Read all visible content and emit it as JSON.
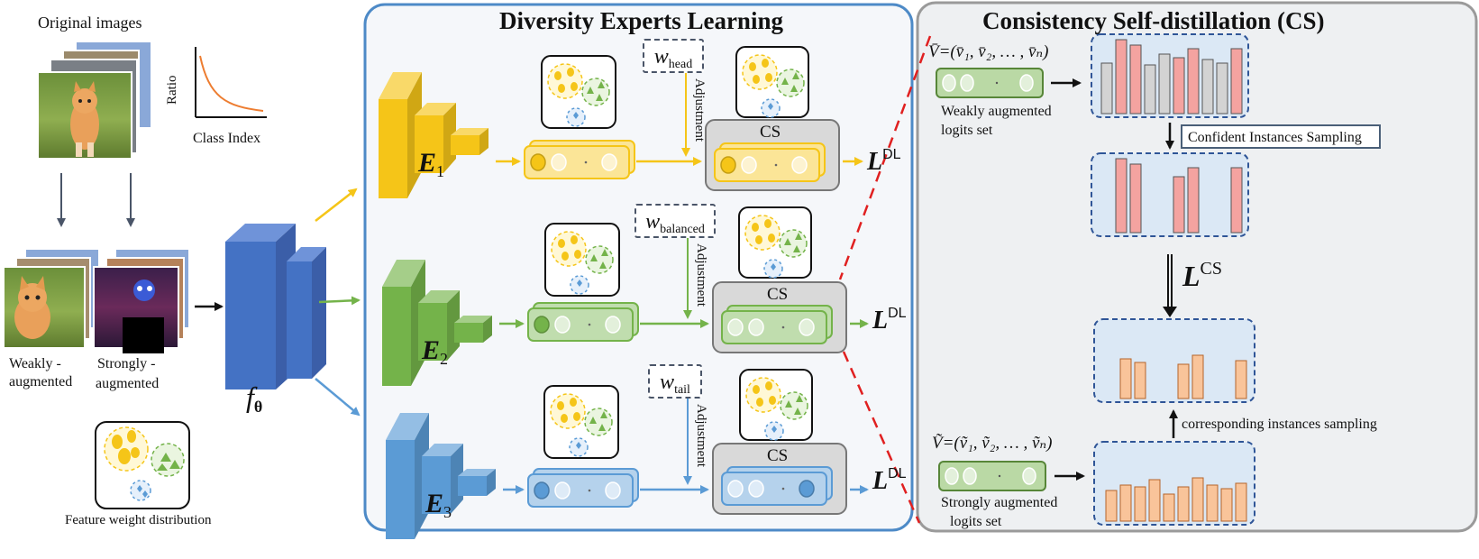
{
  "left_panel": {
    "original_images_label": "Original images",
    "ratio_label": "Ratio",
    "class_index_label": "Class Index",
    "weakly_label_line1": "Weakly -",
    "weakly_label_line2": "augmented",
    "strongly_label_line1": "Strongly -",
    "strongly_label_line2": "augmented",
    "backbone_symbol": "f",
    "backbone_subscript": "θ",
    "feature_weight_label": "Feature weight distribution"
  },
  "center_panel": {
    "title": "Diversity Experts Learning",
    "experts": [
      {
        "symbol": "E",
        "subscript": "1",
        "weight_symbol": "w",
        "weight_subscript": "head",
        "adjustment_label": "Adjustment",
        "cs_label": "CS",
        "loss_symbol": "L",
        "loss_superscript": "DL",
        "color": "#f5c518"
      },
      {
        "symbol": "E",
        "subscript": "2",
        "weight_symbol": "w",
        "weight_subscript": "balanced",
        "adjustment_label": "Adjustment",
        "cs_label": "CS",
        "loss_symbol": "L",
        "loss_superscript": "DL",
        "color": "#74b34a"
      },
      {
        "symbol": "E",
        "subscript": "3",
        "weight_symbol": "w",
        "weight_subscript": "tail",
        "adjustment_label": "Adjustment",
        "cs_label": "CS",
        "loss_symbol": "L",
        "loss_superscript": "DL",
        "color": "#5b9bd5"
      }
    ]
  },
  "right_panel": {
    "title": "Consistency Self-distillation (CS)",
    "weak_set_formula": "V̄=(v̄₁, v̄₂, … , v̄ₙ)",
    "weak_set_label_line1": "Weakly augmented",
    "weak_set_label_line2": "logits set",
    "confident_sampling_label": "Confident Instances Sampling",
    "loss_symbol": "L",
    "loss_superscript": "CS",
    "corresponding_sampling_label": "corresponding instances sampling",
    "strong_set_formula": "Ṽ=(ṽ₁, ṽ₂, … , ṽₙ)",
    "strong_set_label_line1": "Strongly augmented",
    "strong_set_label_line2": "logits set",
    "colors": {
      "confident": "#f4a3a0",
      "unselected": "#d3d3d3",
      "strong": "#f9c49a",
      "box_fill": "#dbe8f5"
    }
  }
}
